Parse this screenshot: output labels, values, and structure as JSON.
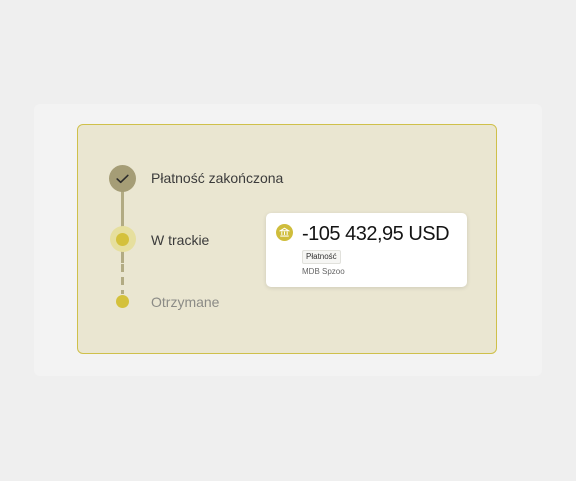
{
  "timeline": {
    "steps": [
      {
        "label": "Płatność zakończona",
        "state": "completed",
        "icon": "check-icon"
      },
      {
        "label": "W trackie",
        "state": "in-progress"
      },
      {
        "label": "Otrzymane",
        "state": "pending"
      }
    ]
  },
  "transaction": {
    "icon": "bank-icon",
    "amount": "-105 432,95 USD",
    "type_badge": "Płatność",
    "counterparty": "MDB Spzoo"
  },
  "colors": {
    "page_background": "#efefef",
    "panel_background": "#eae6d1",
    "panel_border": "#cfc04a",
    "accent": "#d4c13c",
    "completed_node": "#a59d76",
    "timeline_line": "#b2ab83"
  }
}
